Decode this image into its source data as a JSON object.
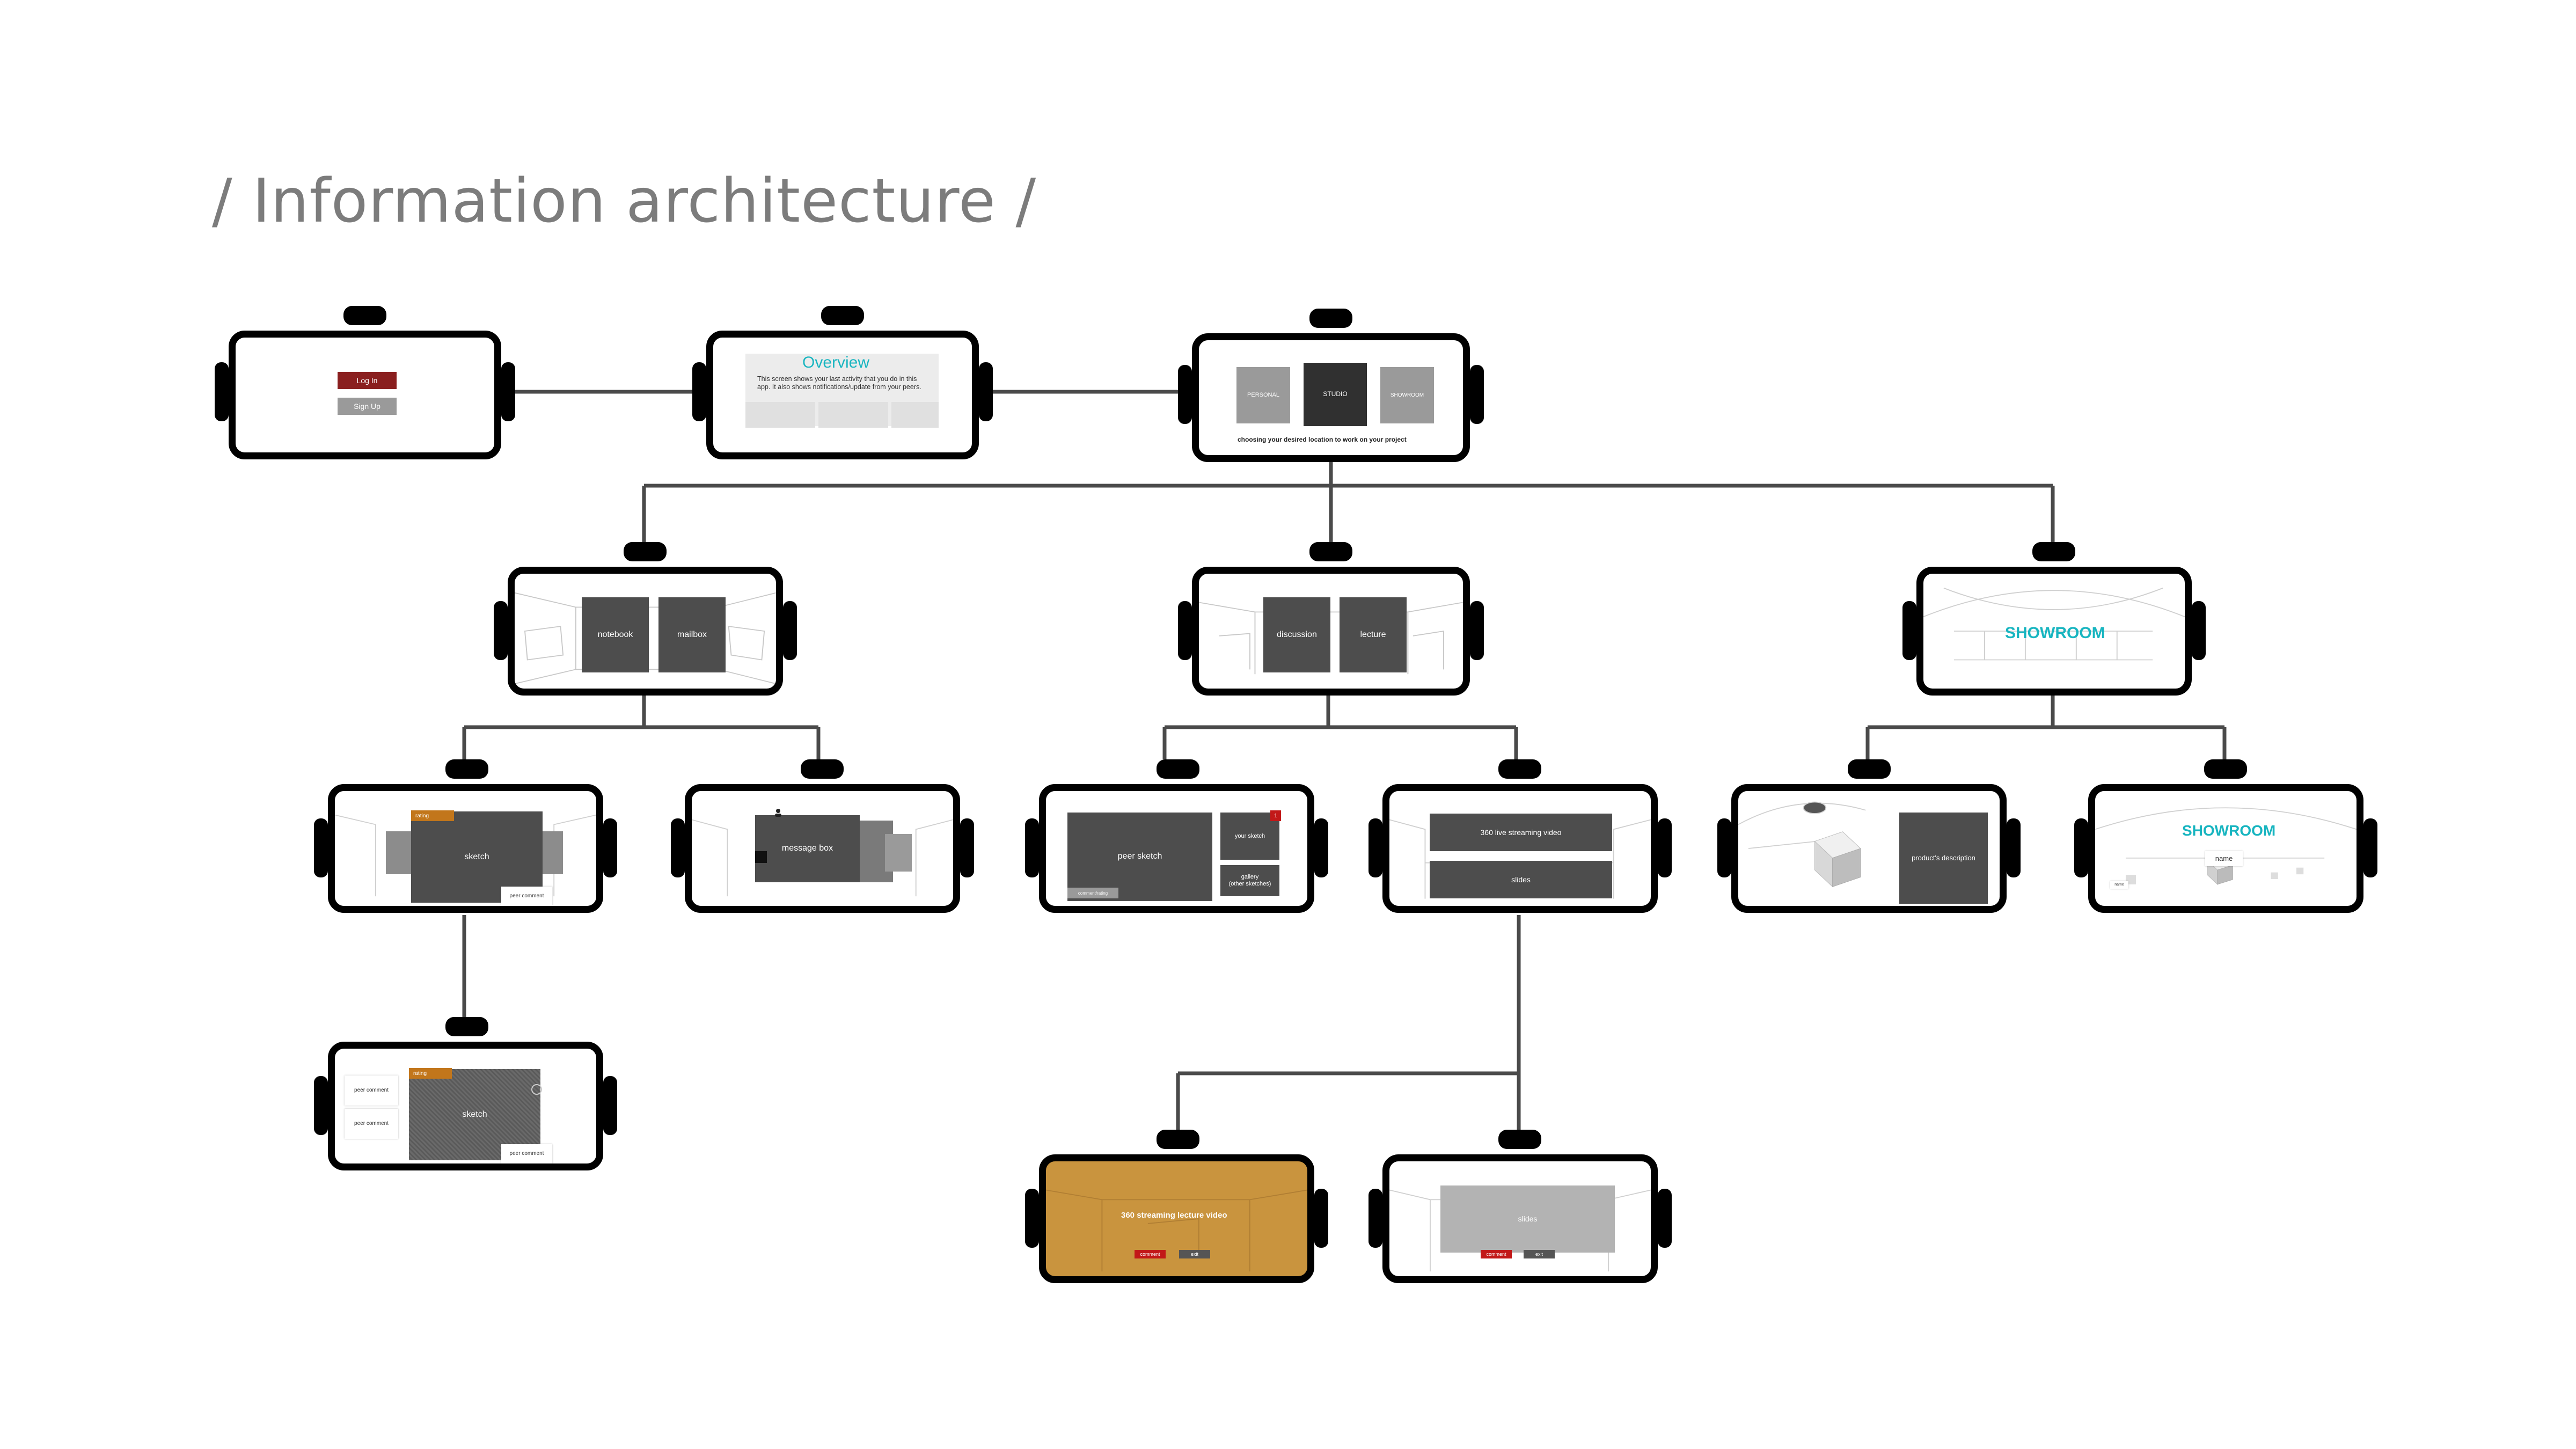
{
  "title": "/ Information architecture /",
  "login": {
    "login_label": "Log In",
    "signup_label": "Sign Up"
  },
  "overview": {
    "heading": "Overview",
    "text": "This screen shows your last activity that you do in this app. It also shows notifications/update from your peers."
  },
  "locations": {
    "personal": "PERSONAL",
    "studio": "STUDIO",
    "showroom": "SHOWROOM",
    "caption": "choosing your desired location to work on your project"
  },
  "personal": {
    "notebook": "notebook",
    "mailbox": "mailbox"
  },
  "studio": {
    "discussion": "discussion",
    "lecture": "lecture"
  },
  "showroom": {
    "title": "SHOWROOM"
  },
  "sketch": {
    "label": "sketch",
    "rating": "rating",
    "peer_comment": "peer comment"
  },
  "message_box": {
    "label": "message box"
  },
  "peer": {
    "peer_sketch": "peer sketch",
    "your_sketch": "your sketch",
    "gallery": "gallery\n(other sketches)",
    "comment": "comment/rating",
    "badge": "1"
  },
  "lecture_view": {
    "streaming": "360 live streaming video",
    "slides": "slides"
  },
  "product": {
    "description": "product's description"
  },
  "showroom_detail": {
    "title": "SHOWROOM",
    "name": "name",
    "tag": "name"
  },
  "sketch_detail": {
    "rating": "rating",
    "label": "sketch",
    "peer_comment_1": "peer comment",
    "peer_comment_2": "peer comment",
    "peer_comment_3": "peer comment"
  },
  "lecture_video": {
    "label": "360 streaming lecture video",
    "comment": "comment",
    "exit": "exit"
  },
  "slides_view": {
    "label": "slides",
    "comment": "comment",
    "exit": "exit"
  }
}
